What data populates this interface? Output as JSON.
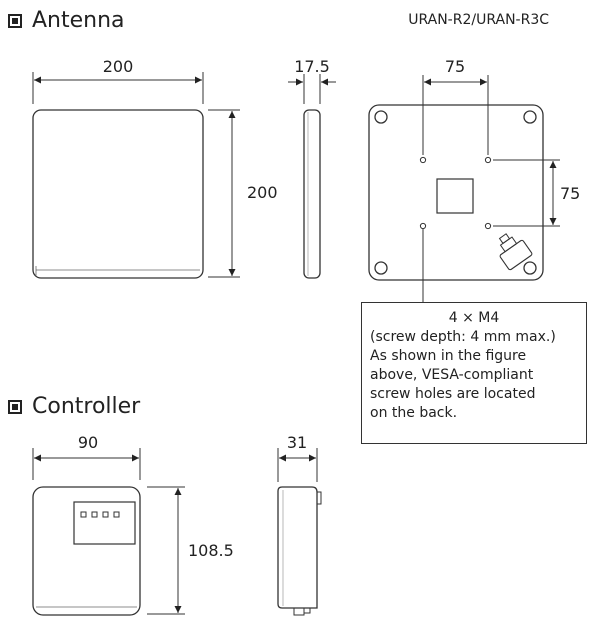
{
  "sections": {
    "antenna": {
      "title": "Antenna",
      "model": "URAN-R2/URAN-R3C"
    },
    "controller": {
      "title": "Controller"
    }
  },
  "dimensions": {
    "antenna_width": "200",
    "antenna_height": "200",
    "antenna_depth": "17.5",
    "vesa_h": "75",
    "vesa_v": "75",
    "controller_width": "90",
    "controller_height": "108.5",
    "controller_depth": "31"
  },
  "note": {
    "lines": [
      "4 × M4",
      "(screw depth: 4 mm max.)",
      "As shown in the figure",
      "above, VESA-compliant",
      "screw holes are located",
      "on the back."
    ]
  },
  "icon": "square-bullet-icon"
}
